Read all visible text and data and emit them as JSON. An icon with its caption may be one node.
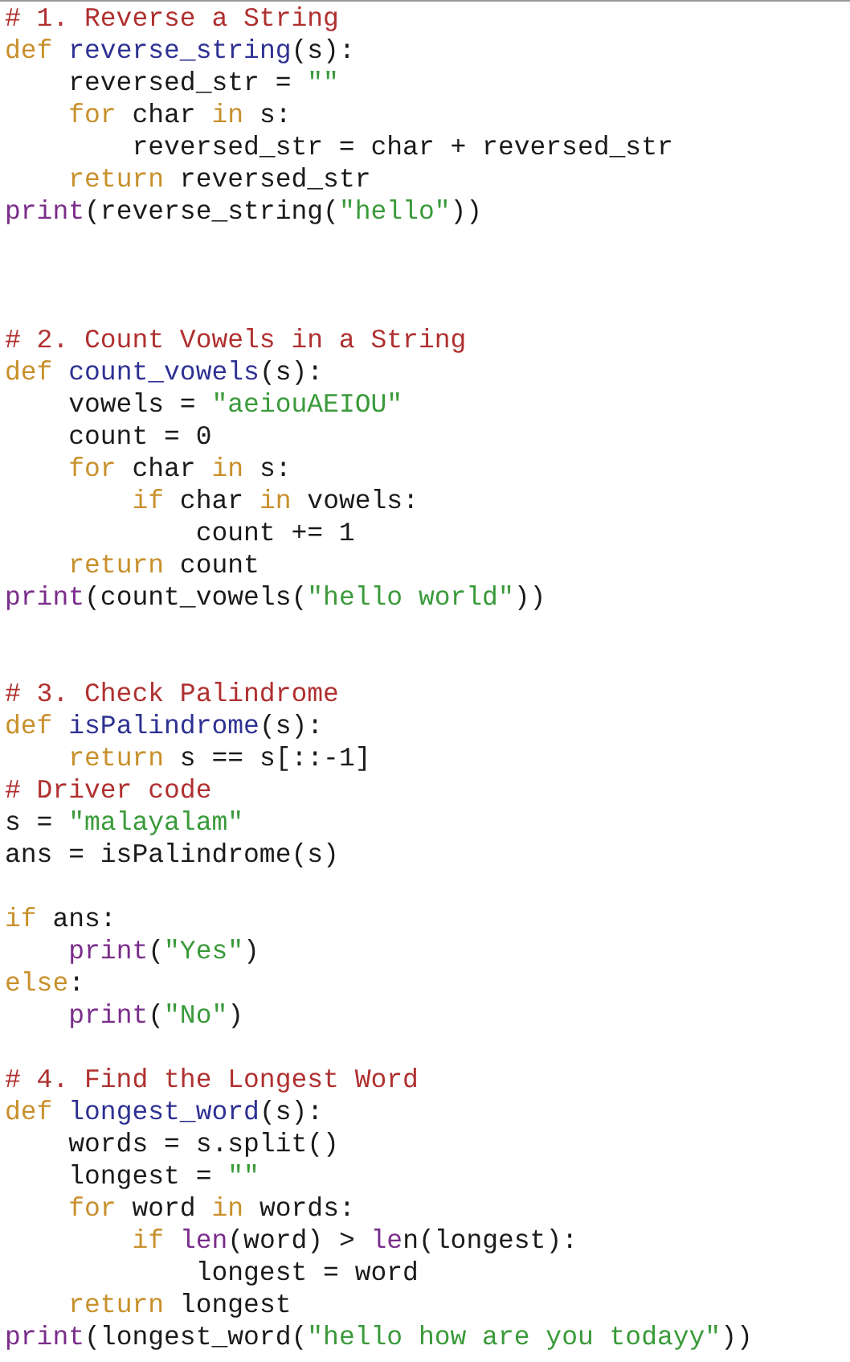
{
  "diagram": {
    "labels": [
      "# 1. Reverse a String",
      "def reverse_string(s):",
      "    reversed_str = \"\"",
      "    for char in s:",
      "        reversed_str = char + reversed_str",
      "    return reversed_str",
      "print(reverse_string(\"hello\"))",
      "# 2. Count Vowels in a String",
      "def count_vowels(s):",
      "    vowels = \"aeiouAEIOU\"",
      "    count = 0",
      "    for char in s:",
      "        if char in vowels:",
      "            count += 1",
      "    return count",
      "print(count_vowels(\"hello world\"))",
      "# 3. Check Palindrome",
      "def isPalindrome(s):",
      "    return s == s[::-1]",
      "# Driver code",
      "s = \"malayalam\"",
      "ans = isPalindrome(s)",
      "if ans:",
      "    print(\"Yes\")",
      "else:",
      "    print(\"No\")",
      "# 4. Find the Longest Word",
      "def longest_word(s):",
      "    words = s.split()",
      "    longest = \"\"",
      "    for word in words:",
      "        if len(word) > len(longest):",
      "            longest = word",
      "    return longest",
      "print(longest_word(\"hello how are you todayy\"))"
    ]
  }
}
